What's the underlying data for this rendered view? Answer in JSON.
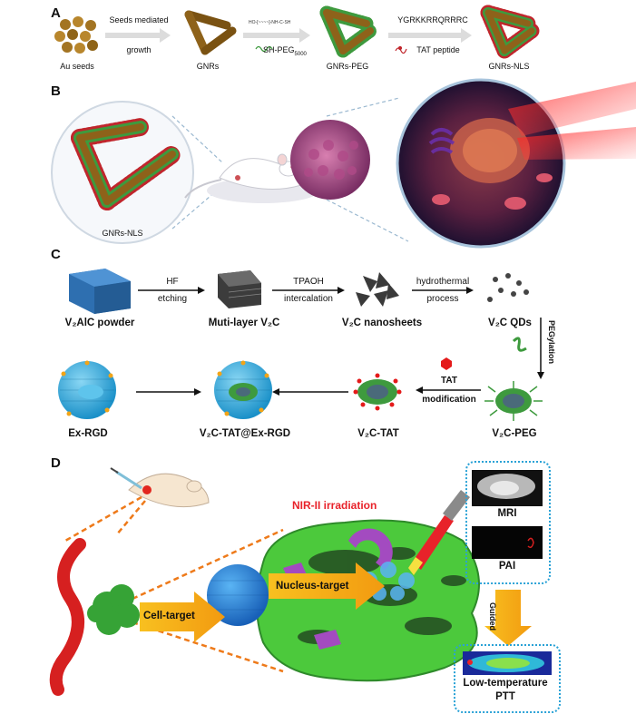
{
  "panels": {
    "a": {
      "label": "A",
      "step1_above": "Seeds mediated",
      "step1_below": "growth",
      "step3_above": "YGRKKRRQRRRC",
      "step3_below": "TAT peptide",
      "peg_label": "SH-PEG",
      "peg_sub": "5000",
      "products": [
        "Au seeds",
        "GNRs",
        "GNRs-PEG",
        "GNRs-NLS"
      ]
    },
    "b": {
      "label": "B",
      "caption": "GNRs-NLS"
    },
    "c": {
      "label": "C",
      "arrow1_above": "HF",
      "arrow1_below": "etching",
      "arrow2_above": "TPAOH",
      "arrow2_below": "intercalation",
      "arrow3_above": "hydrothermal",
      "arrow3_below": "process",
      "vertical_arrow": "PEGylation",
      "tat_above": "TAT",
      "tat_below": "modification",
      "row1": [
        "V₂AlC powder",
        "Muti-layer V₂C",
        "V₂C nanosheets",
        "V₂C QDs"
      ],
      "row2": [
        "Ex-RGD",
        "V₂C-TAT@Ex-RGD",
        "V₂C-TAT",
        "V₂C-PEG"
      ]
    },
    "d": {
      "label": "D",
      "nir": "NIR-II irradiation",
      "cell_target": "Cell-target",
      "nucleus_target": "Nucleus-target",
      "mri": "MRI",
      "pai": "PAI",
      "guided": "Guided",
      "ptt_line1": "Low-temperature",
      "ptt_line2": "PTT"
    }
  },
  "colors": {
    "gold_rod": "#9a6a1e",
    "peg_green": "#3e9a3e",
    "tat_red": "#c0262c",
    "cell_green": "#4cc93c",
    "blue_sphere": "#2a84d8",
    "purple": "#a34bc0",
    "orange_arrow": "#f2a417",
    "nir_red": "#e8222a",
    "dotted_box": "#2aa2d6"
  }
}
